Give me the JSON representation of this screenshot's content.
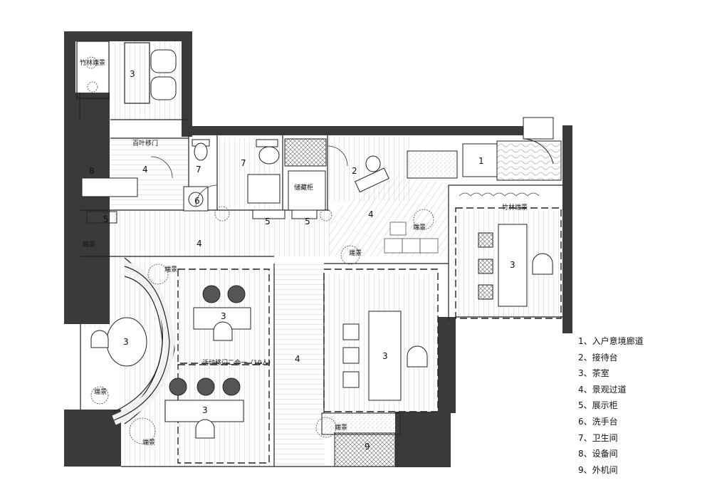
{
  "room_numbers": {
    "r3_top": "3",
    "r8": "8",
    "r4_corridor_top": "4",
    "r7_a": "7",
    "r7_b": "7",
    "r2": "2",
    "r1": "1",
    "r6": "6",
    "r5_a": "5",
    "r5_b": "5",
    "r5_c": "5",
    "r4_diagonal": "4",
    "r4_main": "4",
    "r3_right": "3",
    "r3_center_upper": "3",
    "r3_round": "3",
    "r3_center_table": "3",
    "r4_vertical": "4",
    "r3_center_lower": "3",
    "r9": "9"
  },
  "annotations": {
    "bamboo_scene_top": "竹林端景",
    "louver_door": "百叶移门",
    "storage_cabinet": "储藏柜",
    "bamboo_scene_right": "竹林端景",
    "end_scene_1": "端景",
    "end_scene_left": "端景",
    "end_scene_2": "端景",
    "end_scene_3": "端景",
    "end_scene_4": "端景",
    "end_scene_5": "端景",
    "end_scene_6": "端景",
    "sliding_door_note": "活动移门二合一（10人）"
  },
  "legend": [
    "1、入户意境廊道",
    "2、接待台",
    "3、茶室",
    "4、景观过道",
    "5、展示柜",
    "6、洗手台",
    "7、卫生间",
    "8、设备间",
    "9、外机间"
  ]
}
